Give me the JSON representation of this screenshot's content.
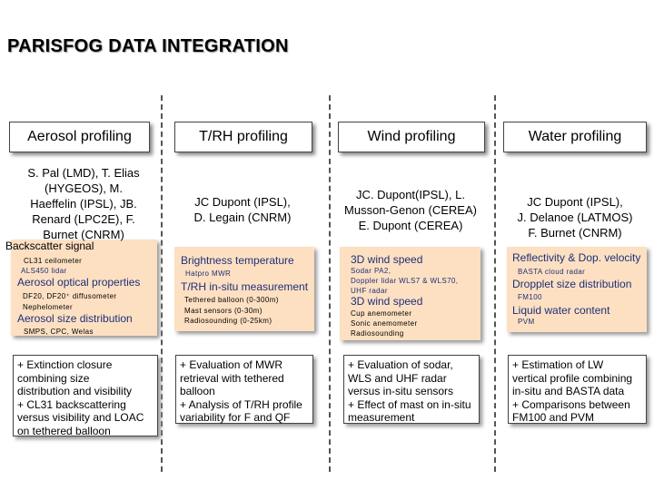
{
  "title": "PARISFOG DATA INTEGRATION",
  "columns": [
    {
      "header": "Aerosol profiling",
      "names": [
        "S. Pal (LMD), T. Elias",
        "(HYGEOS), M.",
        "Haeffelin (IPSL), JB.",
        "Renard (LPC2E), F.",
        "Burnet (CNRM)"
      ],
      "cat": {
        "t1": "Backscatter signal",
        "t2": "CL31 ceilometer",
        "t3": "ALS450 lidar",
        "t4": "Aerosol optical properties",
        "t5": "DF20, DF20⁺ diffusometer",
        "t6": "Nephelometer",
        "t7": "Aerosol size distribution",
        "t8": "SMPS, CPC, Welas"
      },
      "box": [
        "+ Extinction closure",
        "combining size",
        "distribution and visibility",
        "+ CL31 backscattering",
        "versus visibility and LOAC",
        "on tethered balloon"
      ]
    },
    {
      "header": "T/RH profiling",
      "names": [
        "JC Dupont (IPSL),",
        "D. Legain (CNRM)"
      ],
      "cat": {
        "t1": "Brightness temperature",
        "t2": "Hatpro MWR",
        "t3": "T/RH in-situ measurement",
        "t4": "Tethered balloon (0-300m)",
        "t5": "Mast sensors (0-30m)",
        "t6": "Radiosounding (0-25km)"
      },
      "box": [
        "+ Evaluation of MWR",
        "retrieval with tethered",
        "balloon",
        "+ Analysis of T/RH profile",
        "variability for F and QF"
      ]
    },
    {
      "header": "Wind profiling",
      "names": [
        "JC. Dupont(IPSL), L.",
        "Musson-Genon (CEREA)",
        "E. Dupont (CEREA)"
      ],
      "cat": {
        "t1": "3D wind speed",
        "t2": "Sodar PA2,",
        "t3": "Doppler lidar WLS7 &  WLS70,",
        "t4": "UHF radar",
        "t5": "3D wind speed",
        "t6": "Cup anemometer",
        "t7": "Sonic anemometer",
        "t8": "Radiosounding"
      },
      "box": [
        "+ Evaluation of sodar,",
        "WLS and UHF radar",
        "versus in-situ sensors",
        "+ Effect of mast on in-situ",
        "measurement"
      ]
    },
    {
      "header": "Water profiling",
      "names": [
        "JC Dupont (IPSL),",
        "J. Delanoe (LATMOS)",
        "F. Burnet (CNRM)"
      ],
      "cat": {
        "t1": "Reflectivity & Dop. velocity",
        "t2": "BASTA cloud radar",
        "t3": "Dropplet size distribution",
        "t4": "FM100",
        "t5": "Liquid water content",
        "t6": "PVM"
      },
      "box": [
        "+ Estimation of LW",
        "vertical profile combining",
        "in-situ and BASTA data",
        "+ Comparisons between",
        "FM100 and PVM"
      ]
    }
  ]
}
